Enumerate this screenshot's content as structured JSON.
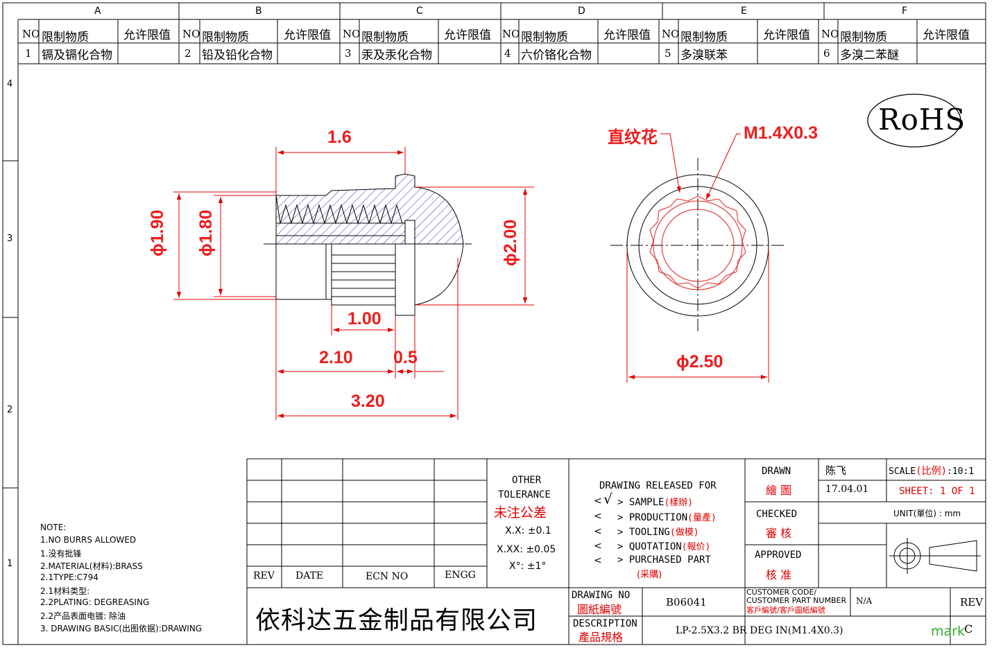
{
  "zones": {
    "columns": [
      "A",
      "B",
      "C",
      "D",
      "E",
      "F"
    ],
    "rows": [
      "4",
      "3",
      "2",
      "1"
    ]
  },
  "substances": {
    "header": {
      "no": "NO",
      "name": "限制物质",
      "limit": "允许限值"
    },
    "items": [
      {
        "no": "1",
        "name": "镉及镉化合物"
      },
      {
        "no": "2",
        "name": "铅及铅化合物"
      },
      {
        "no": "3",
        "name": "汞及汞化合物"
      },
      {
        "no": "4",
        "name": "六价铬化合物"
      },
      {
        "no": "5",
        "name": "多溴联苯"
      },
      {
        "no": "6",
        "name": "多溴二苯醚"
      }
    ]
  },
  "rohs": "RoHS",
  "dims": {
    "d190": "ϕ1.90",
    "d180": "ϕ1.80",
    "d200": "ϕ2.00",
    "d250": "ϕ2.50",
    "l16": "1.6",
    "l100": "1.00",
    "l210": "2.10",
    "l05": "0.5",
    "l320": "3.20"
  },
  "callouts": {
    "knurl": "直纹花",
    "thread": "M1.4X0.3"
  },
  "notes": {
    "title": "NOTE:",
    "lines": [
      "1.NO BURRS ALLOWED",
      "1.没有批锋",
      "2.MATERIAL(材料):BRASS",
      "2.1TYPE:C794",
      "2.1材料类型:",
      "2.2PLATING: DEGREASING",
      "2.2产品表面电镀: 除油",
      "3. DRAWING BASIC(出图依据):DRAWING"
    ]
  },
  "revtable": {
    "rev": "REV",
    "date": "DATE",
    "ecn": "ECN NO",
    "engg": "ENGG"
  },
  "tolerance": {
    "title1": "OTHER",
    "title2": "TOLERANCE",
    "title_cn": "未注公差",
    "xx": "X.X: ±0.1",
    "xxx": "X.XX: ±0.05",
    "deg": "X°: ±1°"
  },
  "release": {
    "title": "DRAWING RELEASED FOR",
    "check": "√",
    "items": [
      {
        "en": "SAMPLE",
        "cn": "(樣辦)"
      },
      {
        "en": "PRODUCTION",
        "cn": "(量產)"
      },
      {
        "en": "TOOLING",
        "cn": "(做模)"
      },
      {
        "en": "QUOTATION",
        "cn": "(報价)"
      },
      {
        "en": "PURCHASED PART",
        "cn": "(采購)"
      }
    ]
  },
  "signoff": {
    "drawn": "DRAWN",
    "drawn_cn": "繪 圖",
    "drawer": "陈飞",
    "date": "17.04.01",
    "checked": "CHECKED",
    "checked_cn": "審 核",
    "approved": "APPROVED",
    "approved_cn": "核 准"
  },
  "scale": {
    "label": "SCALE",
    "label_cn": "(比例)",
    "value": ":10:1"
  },
  "sheet": {
    "label": "SHEET:",
    "value": "1 OF 1"
  },
  "unit": {
    "label": "UNIT",
    "label_cn": "(單位)",
    "value": ": mm"
  },
  "company": "依科达五金制品有限公司",
  "drawing_no": {
    "label": "DRAWING NO",
    "label_cn": "圖紙編號",
    "value": "B06041"
  },
  "customer": {
    "label1": "CUSTOMER CODE/",
    "label2": "CUSTOMER PART NUMBER",
    "label_cn": "客戶編號/客戶圖紙編號",
    "value": "N/A"
  },
  "rev_label": "REV",
  "rev_value": "C",
  "description": {
    "label": "DESCRIPTION",
    "label_cn": "產品規格",
    "value": "LP-2.5X3.2 BR DEG IN(M1.4X0.3)"
  },
  "watermark": "mark"
}
